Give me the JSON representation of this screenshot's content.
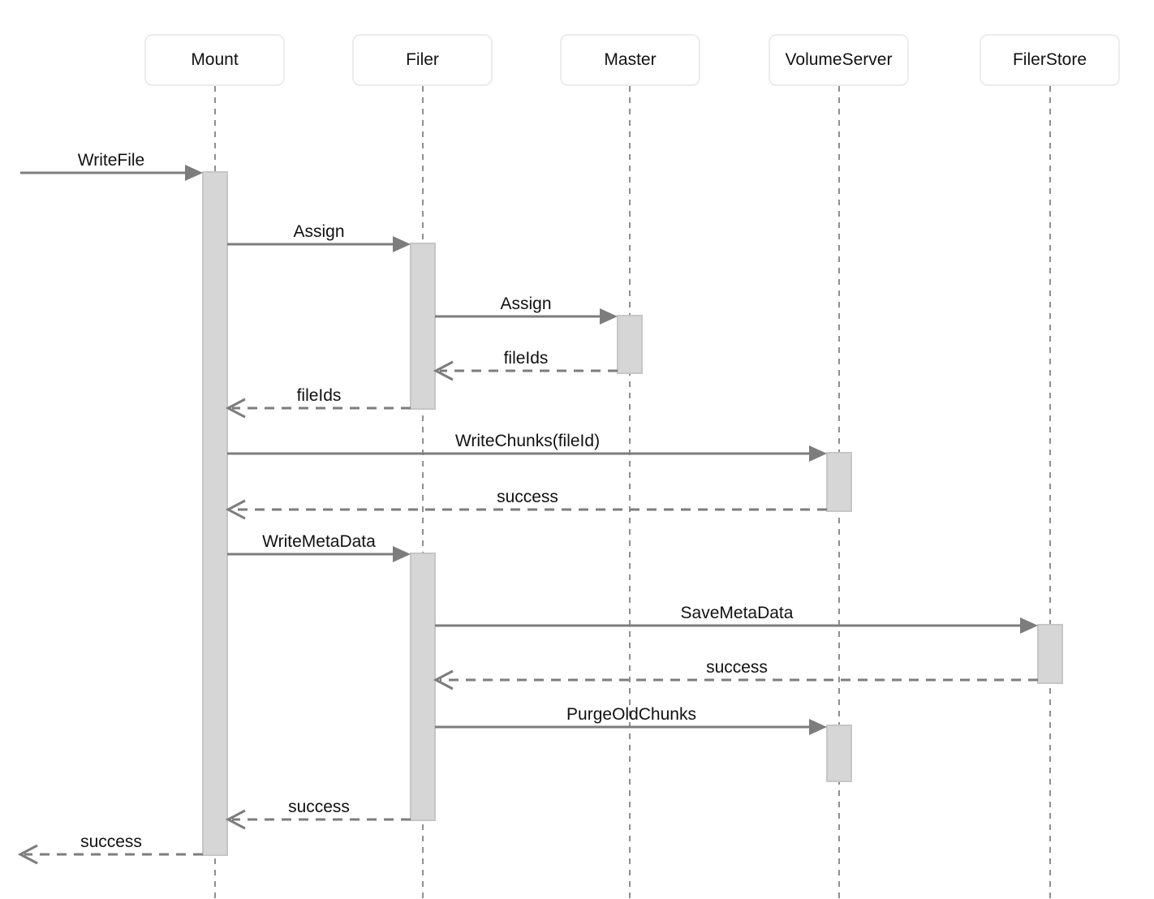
{
  "diagram": {
    "type": "sequence-diagram",
    "participants": [
      {
        "id": "mount",
        "label": "Mount"
      },
      {
        "id": "filer",
        "label": "Filer"
      },
      {
        "id": "master",
        "label": "Master"
      },
      {
        "id": "volumeserver",
        "label": "VolumeServer"
      },
      {
        "id": "filerstore",
        "label": "FilerStore"
      }
    ],
    "messages": [
      {
        "from": "external",
        "to": "Mount",
        "label": "WriteFile",
        "style": "solid"
      },
      {
        "from": "Mount",
        "to": "Filer",
        "label": "Assign",
        "style": "solid"
      },
      {
        "from": "Filer",
        "to": "Master",
        "label": "Assign",
        "style": "solid"
      },
      {
        "from": "Master",
        "to": "Filer",
        "label": "fileIds",
        "style": "dashed-return"
      },
      {
        "from": "Filer",
        "to": "Mount",
        "label": "fileIds",
        "style": "dashed-return"
      },
      {
        "from": "Mount",
        "to": "VolumeServer",
        "label": "WriteChunks(fileId)",
        "style": "solid"
      },
      {
        "from": "VolumeServer",
        "to": "Mount",
        "label": "success",
        "style": "dashed-return"
      },
      {
        "from": "Mount",
        "to": "Filer",
        "label": "WriteMetaData",
        "style": "solid"
      },
      {
        "from": "Filer",
        "to": "FilerStore",
        "label": "SaveMetaData",
        "style": "solid"
      },
      {
        "from": "FilerStore",
        "to": "Filer",
        "label": "success",
        "style": "dashed-return"
      },
      {
        "from": "Filer",
        "to": "VolumeServer",
        "label": "PurgeOldChunks",
        "style": "solid"
      },
      {
        "from": "Filer",
        "to": "Mount",
        "label": "success",
        "style": "dashed-return"
      },
      {
        "from": "Mount",
        "to": "external",
        "label": "success",
        "style": "dashed-return"
      }
    ],
    "colors": {
      "background": "#ffffff",
      "arrow": "#7d7d7d",
      "lifeline": "#8f8f8f",
      "activation_fill": "#d6d6d6",
      "activation_border": "#c6c6c6",
      "participant_box_fill": "#ffffff",
      "participant_box_border": "#ececec",
      "text": "#111111"
    }
  }
}
